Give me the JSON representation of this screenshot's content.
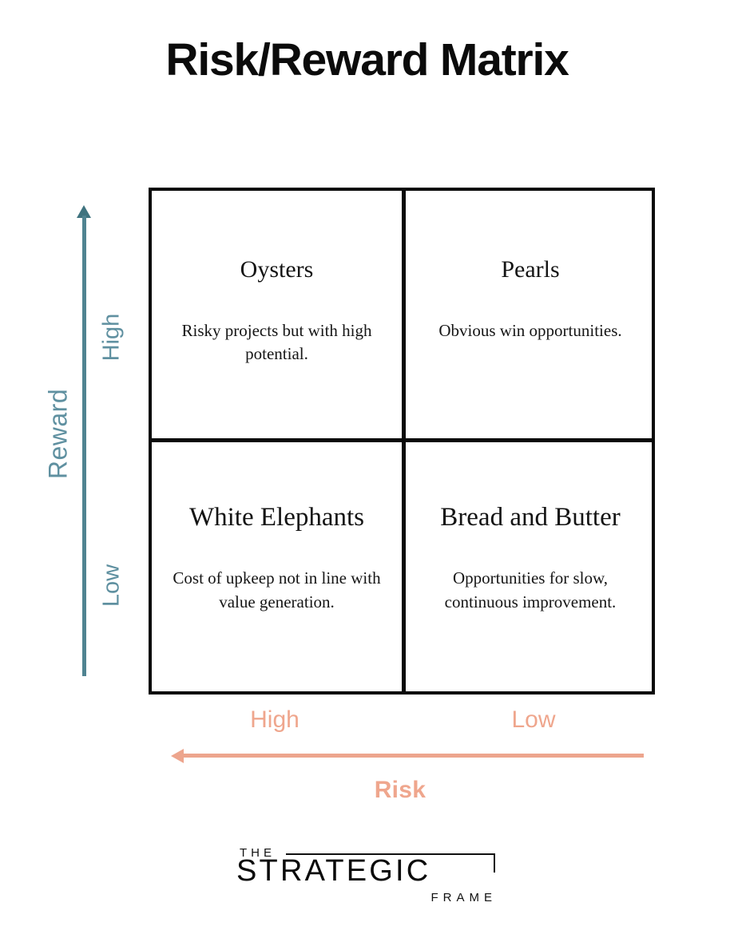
{
  "title": "Risk/Reward Matrix",
  "colors": {
    "reward_axis_line": "#4f8391",
    "reward_axis_arrow": "#3f737f",
    "reward_label": "#5f90a0",
    "risk_axis": "#eda58d",
    "risk_label": "#efa68d",
    "matrix_border": "#0a0a0a",
    "text": "#111111",
    "background": "#ffffff"
  },
  "chart_data": {
    "type": "matrix",
    "title": "Risk/Reward Matrix",
    "xlabel": "Risk",
    "ylabel": "Reward",
    "x_ticks": [
      "High",
      "Low"
    ],
    "y_ticks": [
      "High",
      "Low"
    ],
    "x_axis_direction": "left",
    "y_axis_direction": "up",
    "quadrants": [
      {
        "position": "top-left",
        "risk": "High",
        "reward": "High",
        "title": "Oysters",
        "description": "Risky projects but with high potential."
      },
      {
        "position": "top-right",
        "risk": "Low",
        "reward": "High",
        "title": "Pearls",
        "description": "Obvious win opportunities."
      },
      {
        "position": "bottom-left",
        "risk": "High",
        "reward": "Low",
        "title": "White Elephants",
        "description": "Cost of upkeep not in line with value generation."
      },
      {
        "position": "bottom-right",
        "risk": "Low",
        "reward": "Low",
        "title": "Bread and Butter",
        "description": "Opportunities for slow, continuous improvement."
      }
    ]
  },
  "axes": {
    "y": {
      "name": "Reward",
      "high": "High",
      "low": "Low"
    },
    "x": {
      "name": "Risk",
      "high": "High",
      "low": "Low"
    }
  },
  "logo": {
    "the": "THE",
    "main": "STRATEGIC",
    "frame": "FRAME"
  }
}
